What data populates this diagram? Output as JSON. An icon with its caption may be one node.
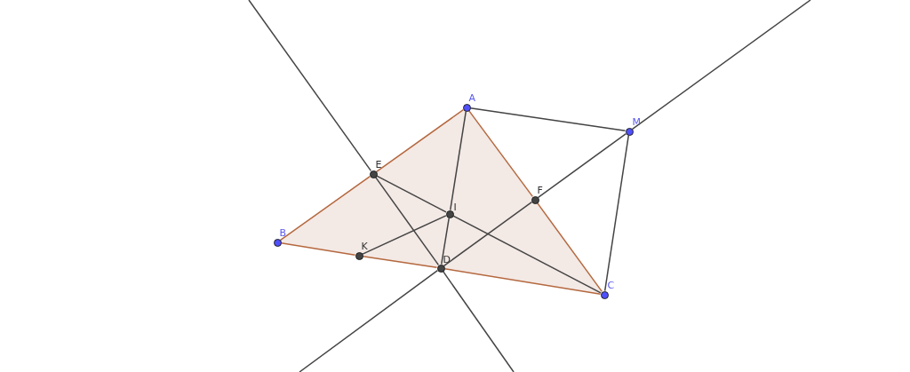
{
  "diagram": {
    "nodes": [
      {
        "text": [
          "A"
        ]
      },
      {
        "text": [
          "B"
        ]
      },
      {
        "text": [
          "C"
        ]
      },
      {
        "text": [
          "M"
        ]
      },
      {
        "text": [
          "E"
        ]
      },
      {
        "text": [
          "F"
        ]
      },
      {
        "text": [
          "I"
        ]
      },
      {
        "text": [
          "K"
        ]
      },
      {
        "text": [
          "D"
        ]
      }
    ],
    "edges": [
      {
        "from": 0,
        "to": 4,
        "arrow": "none",
        "color": "#b5683e"
      },
      {
        "from": 4,
        "to": 1,
        "arrow": "none",
        "color": "#b5683e"
      },
      {
        "from": 1,
        "to": 7,
        "arrow": "none",
        "color": "#b5683e"
      },
      {
        "from": 7,
        "to": 8,
        "arrow": "none",
        "color": "#b5683e"
      },
      {
        "from": 8,
        "to": 2,
        "arrow": "none",
        "color": "#b5683e"
      },
      {
        "from": 0,
        "to": 5,
        "arrow": "none",
        "color": "#b5683e"
      },
      {
        "from": 5,
        "to": 2,
        "arrow": "none",
        "color": "#b5683e"
      },
      {
        "from": 0,
        "to": 3,
        "arrow": "none"
      },
      {
        "from": 3,
        "to": 2,
        "arrow": "none"
      },
      {
        "from": 0,
        "to": 6,
        "arrow": "none"
      },
      {
        "from": 6,
        "to": 8,
        "arrow": "none"
      },
      {
        "from": 4,
        "to": 6,
        "arrow": "none"
      },
      {
        "from": 6,
        "to": 2,
        "arrow": "none"
      },
      {
        "from": 7,
        "to": 6,
        "arrow": "none"
      },
      {
        "from": null,
        "to": 4,
        "arrow": "none"
      },
      {
        "from": 4,
        "to": 8,
        "arrow": "none"
      },
      {
        "from": 8,
        "to": null,
        "arrow": "none"
      },
      {
        "from": null,
        "to": 3,
        "arrow": "none"
      },
      {
        "from": 3,
        "to": 5,
        "arrow": "none"
      },
      {
        "from": 5,
        "to": 8,
        "arrow": "none"
      },
      {
        "from": 8,
        "to": null,
        "arrow": "none"
      }
    ]
  }
}
